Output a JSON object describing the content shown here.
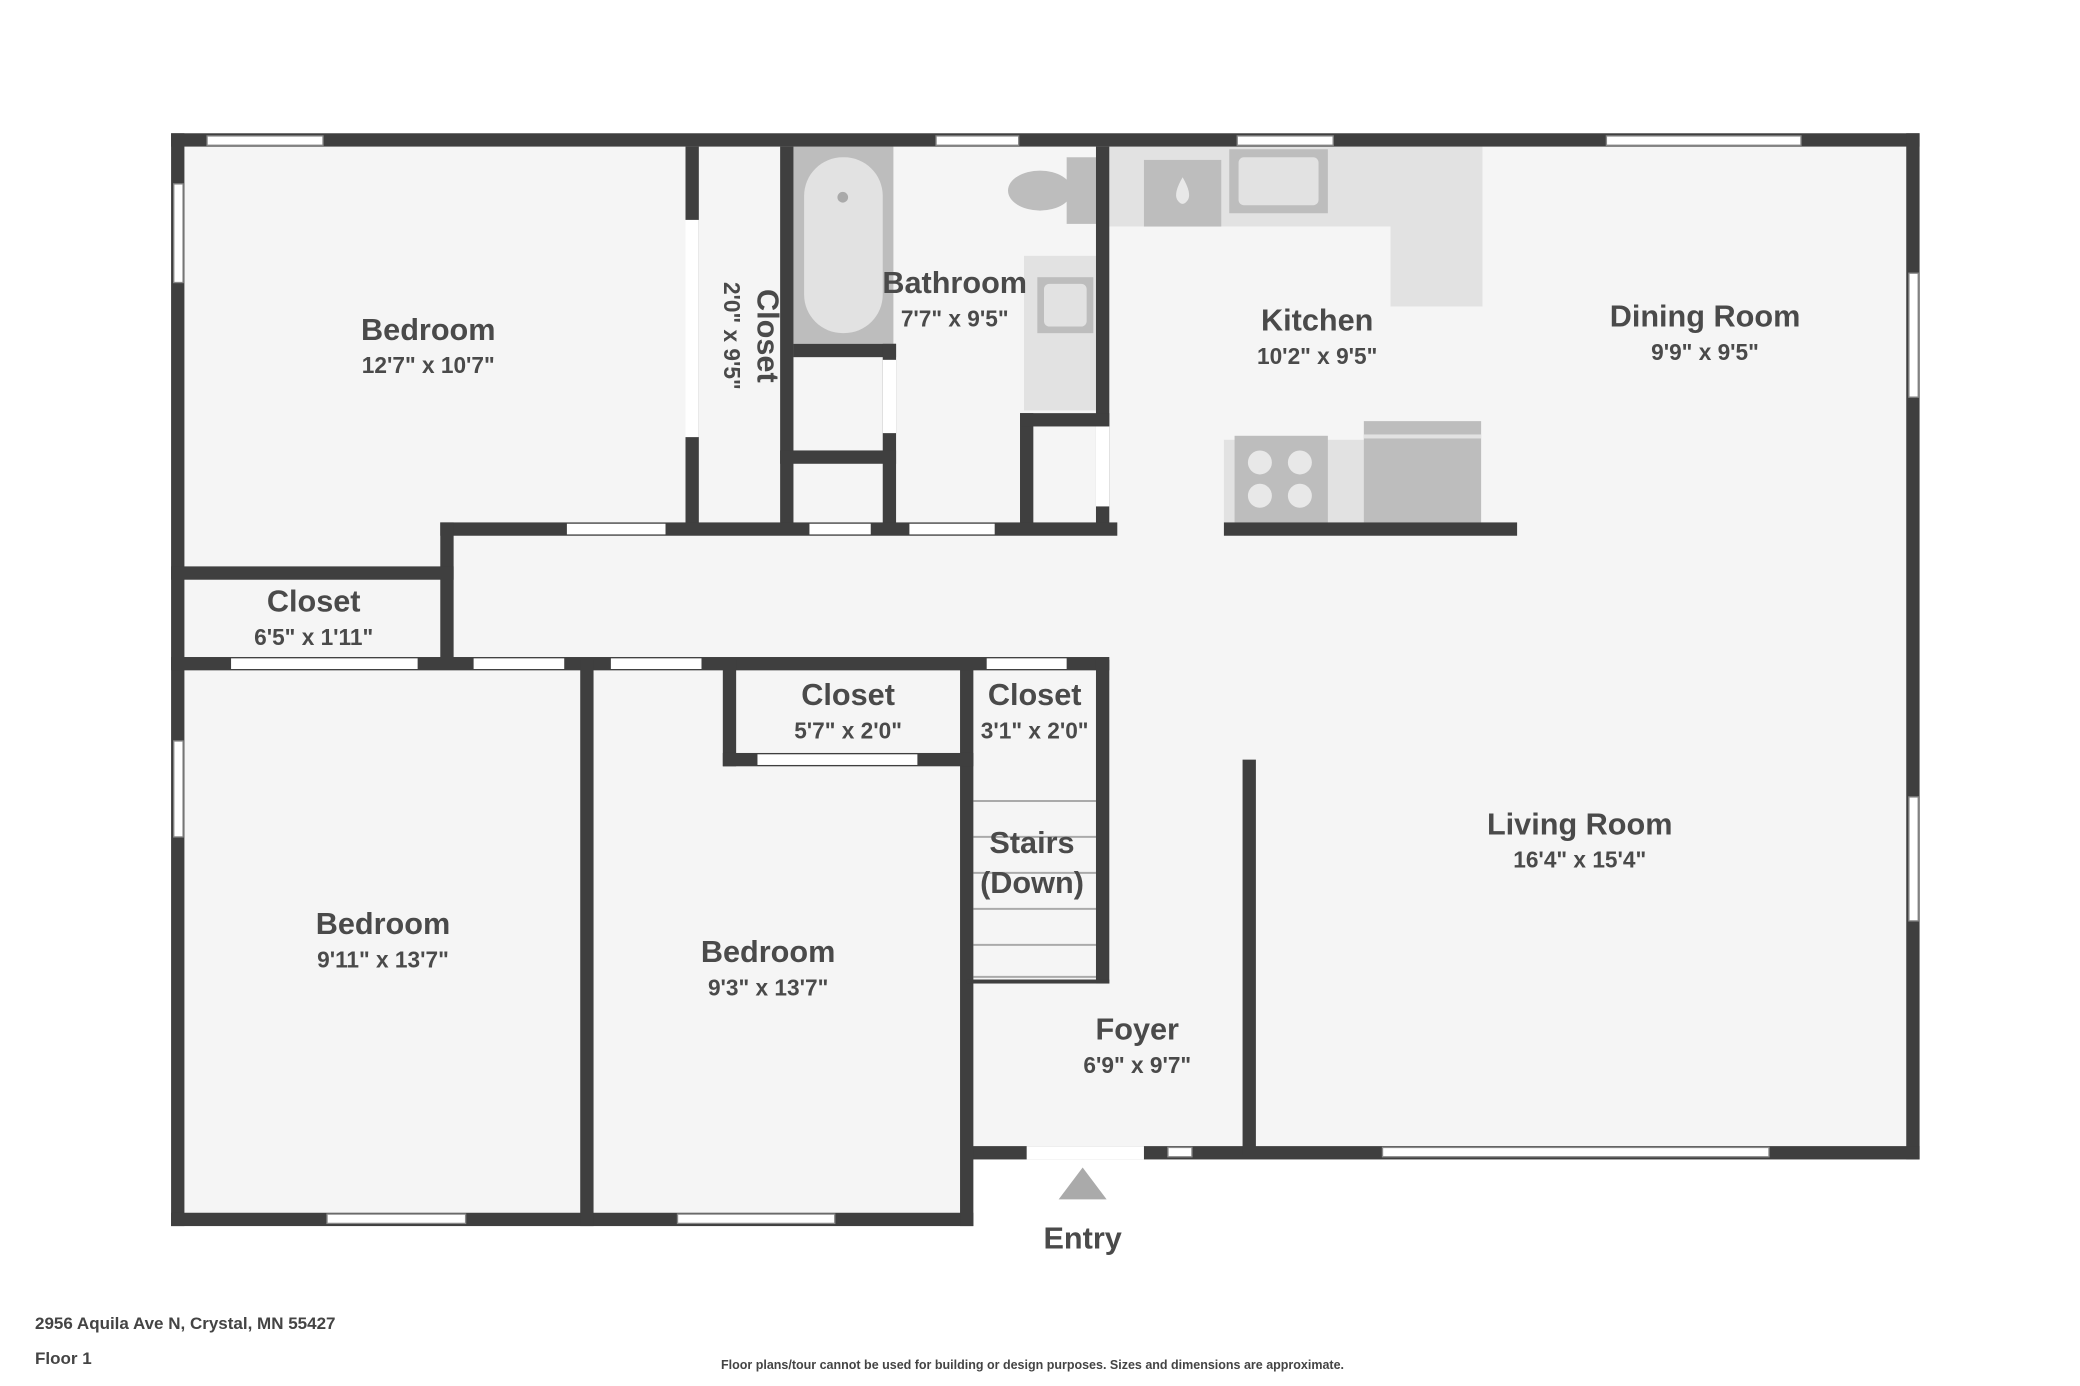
{
  "rooms": {
    "bedroom_top": {
      "name": "Bedroom",
      "dims": "12'7\" x 10'7\""
    },
    "closet_vertical": {
      "name": "Closet",
      "dims": "2'0\" x 9'5\""
    },
    "bathroom": {
      "name": "Bathroom",
      "dims": "7'7\" x 9'5\""
    },
    "kitchen": {
      "name": "Kitchen",
      "dims": "10'2\" x 9'5\""
    },
    "dining": {
      "name": "Dining Room",
      "dims": "9'9\" x 9'5\""
    },
    "closet_hall": {
      "name": "Closet",
      "dims": "6'5\" x 1'11\""
    },
    "closet_mid": {
      "name": "Closet",
      "dims": "5'7\" x 2'0\""
    },
    "closet_small": {
      "name": "Closet",
      "dims": "3'1\" x 2'0\""
    },
    "stairs": {
      "name": "Stairs",
      "name2": "(Down)"
    },
    "living": {
      "name": "Living Room",
      "dims": "16'4\" x 15'4\""
    },
    "bedroom_left": {
      "name": "Bedroom",
      "dims": "9'11\" x 13'7\""
    },
    "bedroom_mid": {
      "name": "Bedroom",
      "dims": "9'3\" x 13'7\""
    },
    "foyer": {
      "name": "Foyer",
      "dims": "6'9\" x 9'7\""
    }
  },
  "entry_label": "Entry",
  "footer": {
    "address": "2956 Aquila Ave N, Crystal, MN 55427",
    "floor": "Floor 1",
    "disclaimer": "Floor plans/tour cannot be used for building or design purposes. Sizes and dimensions are approximate."
  },
  "colors": {
    "wall": "#3f3f3f",
    "floor": "#f5f5f5",
    "fixture": "#bdbdbd",
    "text": "#4a4a4a"
  }
}
